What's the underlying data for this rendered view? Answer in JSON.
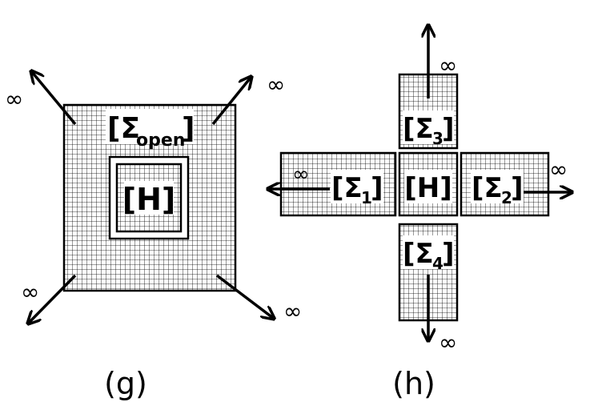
{
  "panel_g": {
    "outer_label": "[Σopen]",
    "outer_base": "[Σ",
    "outer_sub": "open",
    "outer_close": "]",
    "inner_label": "[H]",
    "infinity": "∞",
    "caption": "(g)"
  },
  "panel_h": {
    "center_label": "[H]",
    "sigma1": {
      "base": "[Σ",
      "sub": "1",
      "close": "]"
    },
    "sigma2": {
      "base": "[Σ",
      "sub": "2",
      "close": "]"
    },
    "sigma3": {
      "base": "[Σ",
      "sub": "3",
      "close": "]"
    },
    "sigma4": {
      "base": "[Σ",
      "sub": "4",
      "close": "]"
    },
    "infinity": "∞",
    "caption": "(h)"
  }
}
